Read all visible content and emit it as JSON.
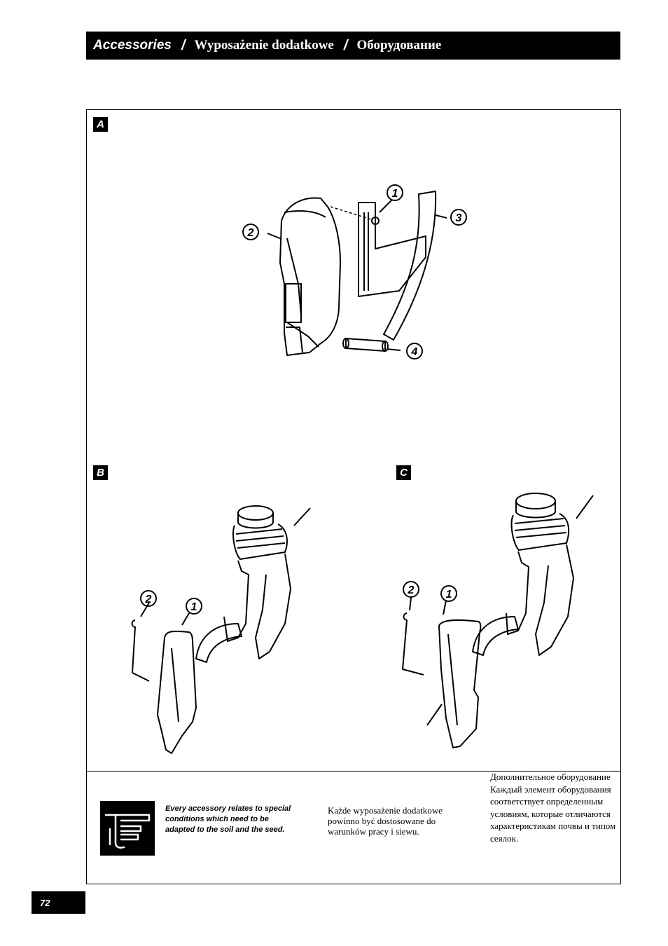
{
  "header": {
    "title_en": "Accessories",
    "separator": "/",
    "title_pl": "Wyposażenie dodatkowe",
    "title_ru": "Оборудование"
  },
  "panels": {
    "a": {
      "label": "A",
      "callouts": [
        "1",
        "2",
        "3",
        "4"
      ]
    },
    "b": {
      "label": "B",
      "callouts": [
        "2",
        "1"
      ]
    },
    "c": {
      "label": "C",
      "callouts": [
        "2",
        "1"
      ]
    }
  },
  "note": {
    "icon": "pointing-hand-icon",
    "text_en": "Every accessory relates to special conditions which need to be adapted to the soil and the seed.",
    "text_pl": "Każde wyposażenie dodatkowe powinno być dostosowane do warunków pracy i siewu.",
    "text_ru": "Дополнительное оборудование Каждый элемент оборудования соответствует определенным условиям, которые отличаются характеристикам почвы и типом сеялок."
  },
  "page_number": "72"
}
